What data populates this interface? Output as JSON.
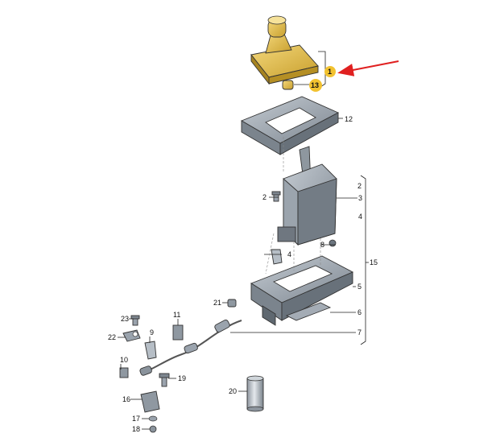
{
  "callouts": {
    "c1": "1",
    "c2a": "2",
    "c2b": "2",
    "c3": "3",
    "c4a": "4",
    "c4b": "4",
    "c5": "5",
    "c6": "6",
    "c7": "7",
    "c8": "8",
    "c9": "9",
    "c10": "10",
    "c11": "11",
    "c12": "12",
    "c13": "13",
    "c15": "15",
    "c16": "16",
    "c17": "17",
    "c18": "18",
    "c19": "19",
    "c20": "20",
    "c21": "21",
    "c22": "22",
    "c23": "23"
  },
  "colors": {
    "highlight_yellow": "#e8c44a",
    "highlight_badge": "#f2c230",
    "part_gray": "#9aa3ad",
    "part_dark": "#6d7680",
    "arrow_red": "#e02020"
  }
}
